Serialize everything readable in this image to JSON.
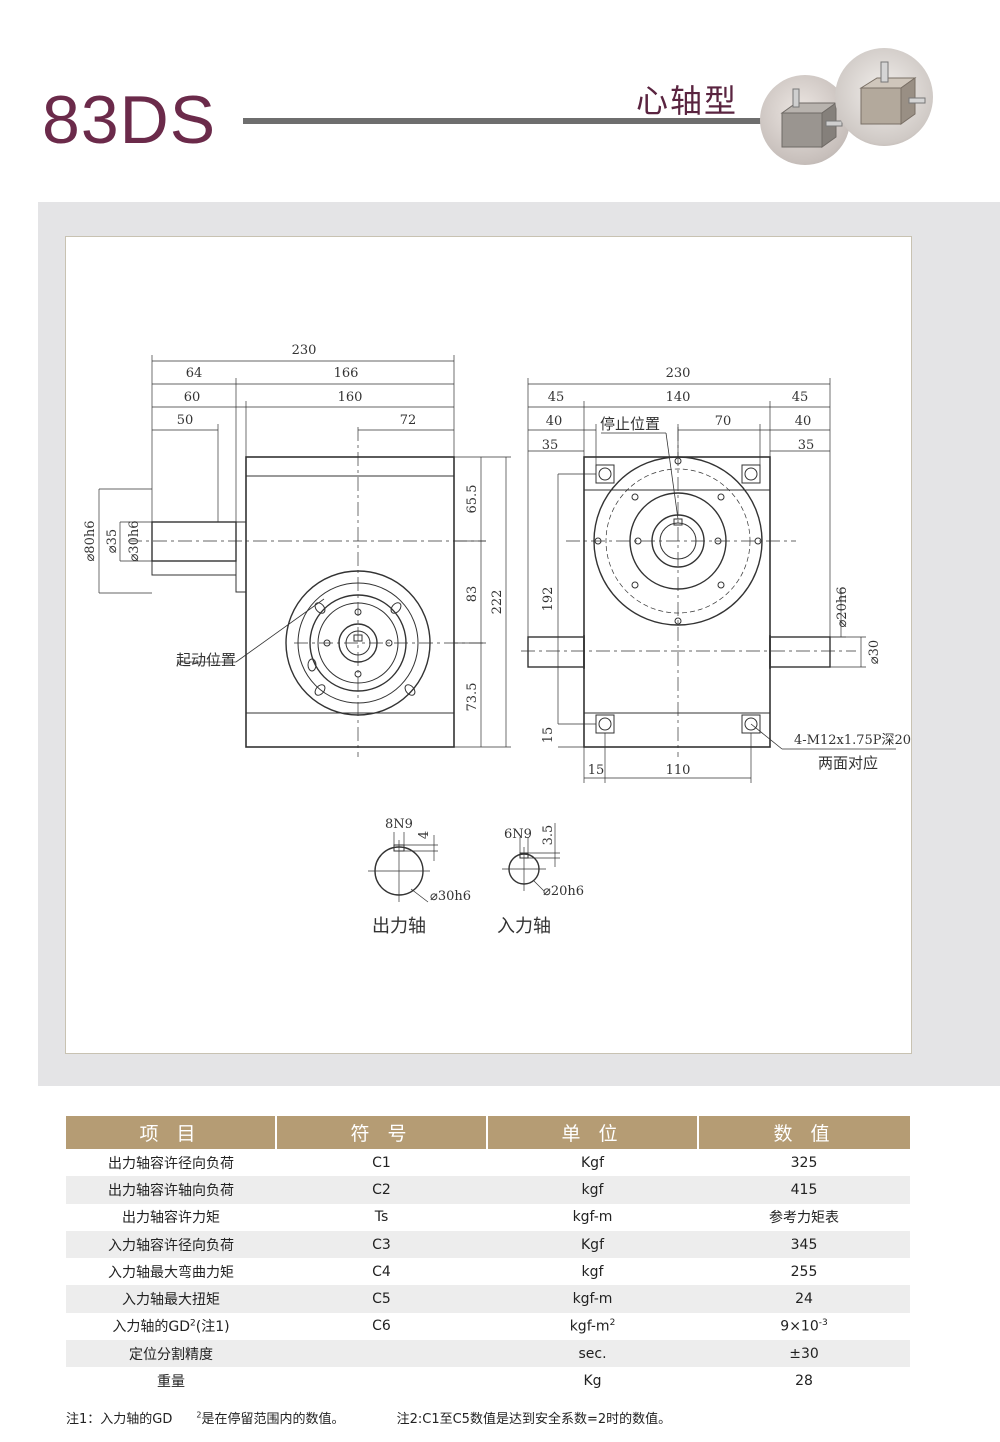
{
  "header": {
    "model": "83DS",
    "type_label": "心轴型"
  },
  "drawing": {
    "dims_front": {
      "w230": "230",
      "w64": "64",
      "w166": "166",
      "w60": "60",
      "w160": "160",
      "w50": "50",
      "w72": "72",
      "h65_5": "65.5",
      "h83": "83",
      "h222": "222",
      "h73_5": "73.5",
      "d80h6": "⌀80h6",
      "d35": "⌀35",
      "d30h6": "⌀30h6"
    },
    "dims_side": {
      "w230": "230",
      "w45a": "45",
      "w140": "140",
      "w45b": "45",
      "w40a": "40",
      "w70": "70",
      "w40b": "40",
      "w35a": "35",
      "w35b": "35",
      "h192": "192",
      "h15": "15",
      "w15": "15",
      "w110": "110",
      "d20h6": "⌀20h6",
      "d30": "⌀30",
      "thread": "4-M12x1.75P深20",
      "both_sides": "两面对应"
    },
    "labels": {
      "stop_position": "停止位置",
      "start_position": "起动位置",
      "output_shaft": "出力轴",
      "input_shaft": "入力轴"
    },
    "keyways": {
      "out_key": "8N9",
      "out_depth": "4",
      "out_dia": "⌀30h6",
      "in_key": "6N9",
      "in_depth": "3.5",
      "in_dia": "⌀20h6"
    }
  },
  "table": {
    "headers": [
      "项 目",
      "符 号",
      "单 位",
      "数 值"
    ],
    "rows": [
      {
        "item": "出力轴容许径向负荷",
        "symbol": "C1",
        "unit": "Kgf",
        "value": "325"
      },
      {
        "item": "出力轴容许轴向负荷",
        "symbol": "C2",
        "unit": "kgf",
        "value": "415"
      },
      {
        "item": "出力轴容许力矩",
        "symbol": "Ts",
        "unit": "kgf-m",
        "value": "参考力矩表"
      },
      {
        "item": "入力轴容许径向负荷",
        "symbol": "C3",
        "unit": "Kgf",
        "value": "345"
      },
      {
        "item": "入力轴最大弯曲力矩",
        "symbol": "C4",
        "unit": "kgf",
        "value": "255"
      },
      {
        "item": "入力轴最大扭矩",
        "symbol": "C5",
        "unit": "kgf-m",
        "value": "24"
      },
      {
        "item_main": "入力轴的GD",
        "item_sup": "2",
        "item_tail": "(注1)",
        "symbol": "C6",
        "unit_main": "kgf-m",
        "unit_sup": "2",
        "value_main": "9×10",
        "value_sup": "-3"
      },
      {
        "item": "定位分割精度",
        "symbol": "",
        "unit": "sec.",
        "value": "±30"
      },
      {
        "item": "重量",
        "symbol": "",
        "unit": "Kg",
        "value": "28"
      }
    ]
  },
  "notes": {
    "note1_a": "注1：入力轴的GD",
    "note1_sup": "2",
    "note1_b": "是在停留范围内的数值。",
    "note2": "注2:C1至C5数值是达到安全系数=2时的数值。"
  }
}
